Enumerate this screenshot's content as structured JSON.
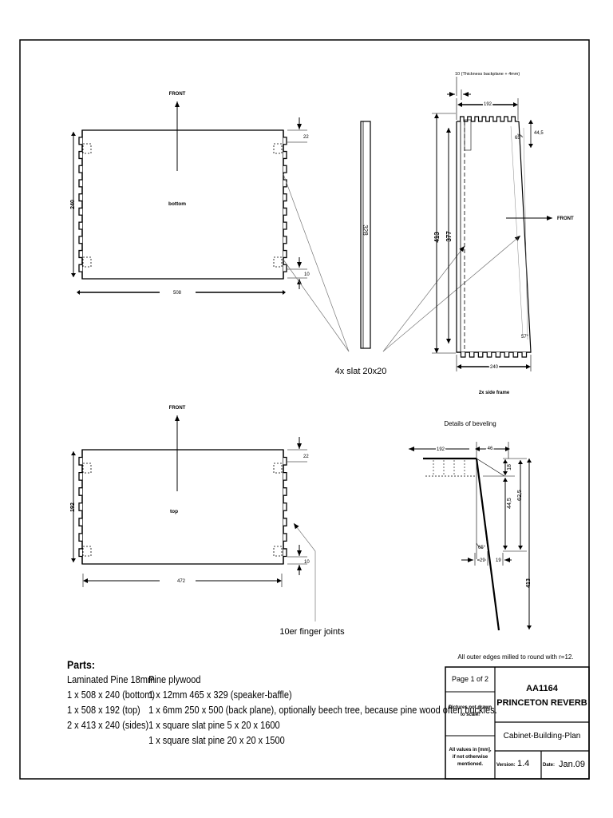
{
  "labels": {
    "front": "FRONT",
    "bottom": "bottom",
    "top": "top",
    "slats_callout": "4x slat 20x20",
    "finger_joints_callout": "10er finger joints",
    "side_frame_caption": "2x side frame",
    "beveling_title": "Details of beveling",
    "thickness_note": "10 (Thickness backplane + 4mm)",
    "edges_note": "All outer edges milled to round with r=12."
  },
  "dims": {
    "bottom_width": "508",
    "bottom_depth": "240",
    "bottom_joint_top": "22",
    "bottom_joint_bottom": "10",
    "slat_length": "328",
    "top_width": "472",
    "top_depth": "192",
    "top_joint_top": "22",
    "top_joint_bottom": "10",
    "side_top": "192",
    "side_bevel": "44,5",
    "side_angle_top": "65°",
    "side_angle_bottom": "57°",
    "side_height_outer": "413",
    "side_height_inner": "377",
    "side_bottom": "240",
    "bev_192": "192",
    "bev_46": "46",
    "bev_18": "18",
    "bev_445": "44,5",
    "bev_625": "62,5",
    "bev_413": "413",
    "bev_angle": "65°",
    "bev_29": "29",
    "bev_19": "19"
  },
  "parts": {
    "title": "Parts:",
    "col1_header": "Laminated Pine 18mm",
    "col1": [
      "1 x 508 x 240 (bottom)",
      "1 x 508 x 192 (top)",
      "2 x 413 x 240 (sides)"
    ],
    "col2_header": "Pine plywood",
    "col2": [
      "1 x 12mm  465 x 329 (speaker-baffle)",
      "1 x   6mm  250 x 500 (back plane), optionally beech tree, because pine wood often buckles.",
      "1 x square slat pine   5 x 20 x 1600",
      "1 x square slat pine 20 x 20 x 1500"
    ]
  },
  "title_block": {
    "page": "Page 1 of 2",
    "scale_note": "Pictures not drawn to scale!",
    "units_note": "All values in [mm], if not otherwise mentioned.",
    "code": "AA1164",
    "name": "PRINCETON REVERB",
    "plan": "Cabinet-Building-Plan",
    "version_label": "Version:",
    "version": "1.4",
    "date_label": "Date:",
    "date": "Jan.09"
  }
}
